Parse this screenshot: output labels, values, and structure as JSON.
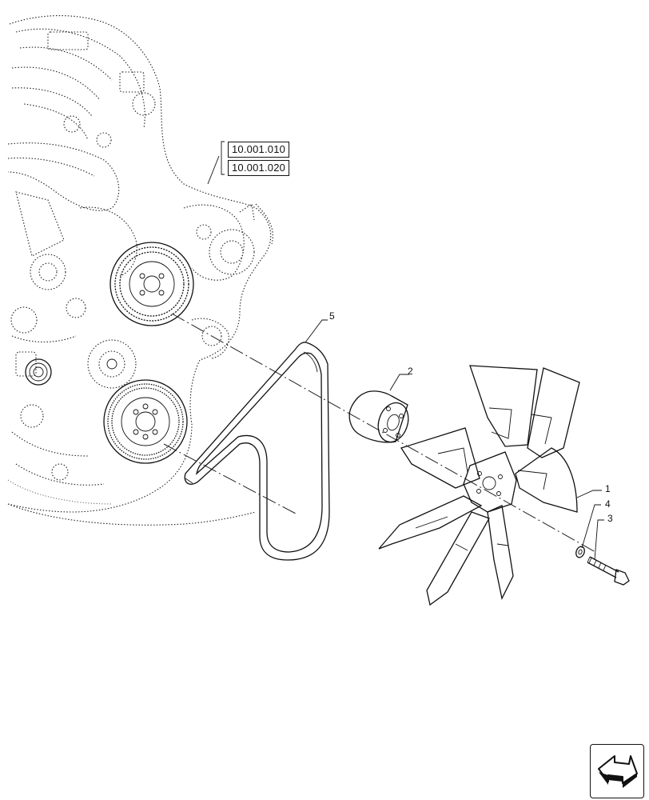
{
  "references": [
    "10.001.010",
    "10.001.020"
  ],
  "callouts": [
    {
      "id": "1",
      "part": "fan"
    },
    {
      "id": "2",
      "part": "fan-spacer"
    },
    {
      "id": "3",
      "part": "bolt"
    },
    {
      "id": "4",
      "part": "washer"
    },
    {
      "id": "5",
      "part": "drive-belt"
    }
  ],
  "nav_icon": "next-page-arrow-icon"
}
